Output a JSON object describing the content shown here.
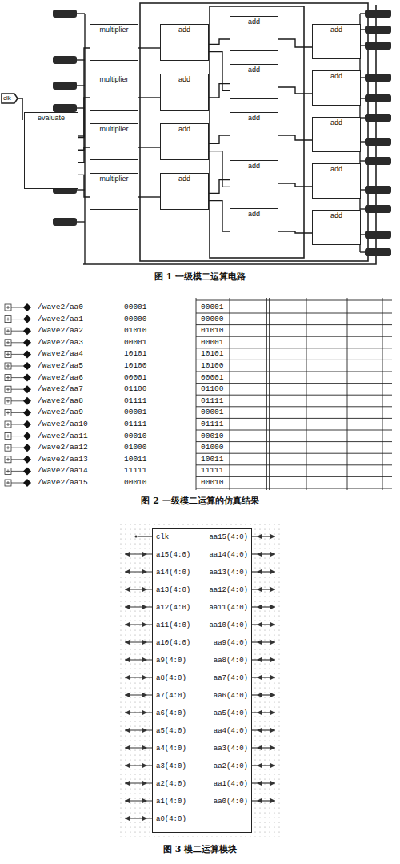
{
  "diagram": {
    "nodes": [
      {
        "text": [
          "evaluate"
        ]
      },
      {
        "text": [
          "multiplier"
        ]
      },
      {
        "text": [
          "multiplier"
        ]
      },
      {
        "text": [
          "multiplier"
        ]
      },
      {
        "text": [
          "multiplier"
        ]
      },
      {
        "text": [
          "add"
        ]
      },
      {
        "text": [
          "add"
        ]
      },
      {
        "text": [
          "add"
        ]
      },
      {
        "text": [
          "add"
        ]
      },
      {
        "text": [
          "add"
        ]
      },
      {
        "text": [
          "add"
        ]
      },
      {
        "text": [
          "add"
        ]
      },
      {
        "text": [
          "add"
        ]
      },
      {
        "text": [
          "add"
        ]
      },
      {
        "text": [
          "add"
        ]
      },
      {
        "text": [
          "add"
        ]
      },
      {
        "text": [
          "add"
        ]
      },
      {
        "text": [
          "add"
        ]
      },
      {
        "text": [
          "add"
        ]
      },
      {
        "text": [
          "clk",
          "a15(4:0)",
          "a14(4:0)",
          "a13(4:0)",
          "a12(4:0)",
          "a11(4:0)",
          "a10(4:0)",
          "a9(4:0)",
          "a8(4:0)",
          "a7(4:0)",
          "a6(4:0)",
          "a5(4:0)",
          "a4(4:0)",
          "a3(4:0)",
          "a2(4:0)",
          "a1(4:0)",
          "a0(4:0)",
          "aa15(4:0)",
          "aa14(4:0)",
          "aa13(4:0)",
          "aa12(4:0)",
          "aa11(4:0)",
          "aa10(4:0)",
          "aa9(4:0)",
          "aa8(4:0)",
          "aa7(4:0)",
          "aa6(4:0)",
          "aa5(4:0)",
          "aa4(4:0)",
          "aa3(4:0)",
          "aa2(4:0)",
          "aa1(4:0)",
          "aa0(4:0)"
        ]
      }
    ],
    "edges": [
      {
        "from": 0,
        "to": 1,
        "arrow": "none"
      },
      {
        "from": 0,
        "to": 2,
        "arrow": "none"
      },
      {
        "from": 0,
        "to": 3,
        "arrow": "none"
      },
      {
        "from": 0,
        "to": 4,
        "arrow": "none"
      },
      {
        "from": 1,
        "to": 5,
        "arrow": "none"
      },
      {
        "from": 2,
        "to": 6,
        "arrow": "none"
      },
      {
        "from": 3,
        "to": 7,
        "arrow": "none"
      },
      {
        "from": 4,
        "to": 8,
        "arrow": "none"
      },
      {
        "from": 5,
        "to": 9,
        "arrow": "none"
      },
      {
        "from": 6,
        "to": 10,
        "arrow": "none"
      },
      {
        "from": 7,
        "to": 11,
        "arrow": "none"
      },
      {
        "from": 8,
        "to": 12,
        "arrow": "none"
      },
      {
        "from": 8,
        "to": 13,
        "arrow": "none"
      },
      {
        "from": 9,
        "to": 14,
        "arrow": "none"
      },
      {
        "from": 10,
        "to": 15,
        "arrow": "none"
      },
      {
        "from": 11,
        "to": 16,
        "arrow": "none"
      },
      {
        "from": 12,
        "to": 17,
        "arrow": "none"
      },
      {
        "from": 13,
        "to": 18,
        "arrow": "none"
      },
      {
        "from": 5,
        "to": 10,
        "arrow": "none"
      },
      {
        "from": 7,
        "to": 12,
        "arrow": "none"
      }
    ],
    "labels": [
      "clk",
      "图 1 一级模二运算电路",
      "/wave2/aa0",
      "00001",
      "00001",
      "/wave2/aa1",
      "00000",
      "00000",
      "/wave2/aa2",
      "01010",
      "01010",
      "/wave2/aa3",
      "00001",
      "00001",
      "/wave2/aa4",
      "10101",
      "10101",
      "/wave2/aa5",
      "10100",
      "10100",
      "/wave2/aa6",
      "00001",
      "00001",
      "/wave2/aa7",
      "01100",
      "01100",
      "/wave2/aa8",
      "01111",
      "01111",
      "/wave2/aa9",
      "00001",
      "00001",
      "/wave2/aa10",
      "01111",
      "01111",
      "/wave2/aa11",
      "00010",
      "00010",
      "/wave2/aa12",
      "01000",
      "01000",
      "/wave2/aa13",
      "10011",
      "10011",
      "/wave2/aa14",
      "11111",
      "11111",
      "/wave2/aa15",
      "00010",
      "00010",
      "图 2 一级模二运算的仿真结果",
      "图 3 模二运算模块"
    ]
  }
}
